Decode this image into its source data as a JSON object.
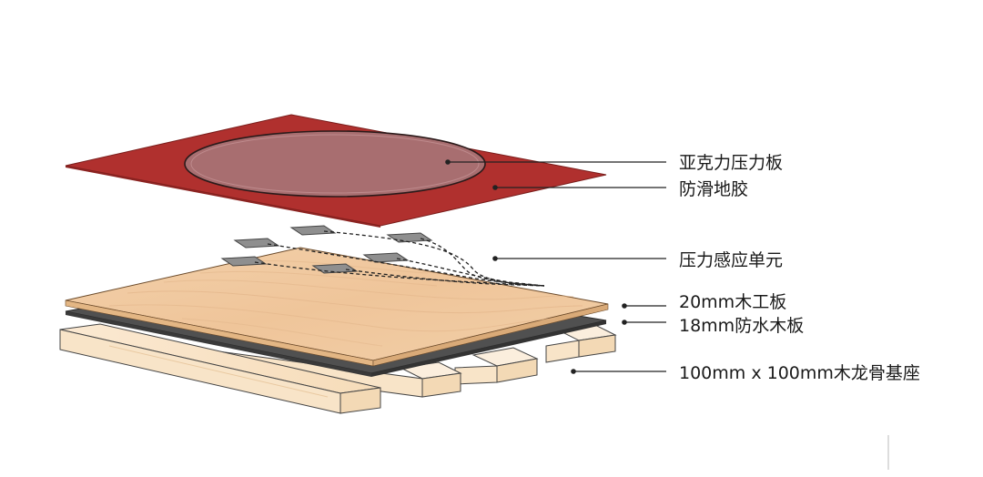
{
  "labels": {
    "acrylic_plate": "亚克力压力板",
    "anti_slip_rubber": "防滑地胶",
    "pressure_sensor": "压力感应单元",
    "blockboard": "20mm木工板",
    "waterproof_board": "18mm防水木板",
    "joist_base": "100mm x 100mm木龙骨基座"
  },
  "colors": {
    "rubber": "#b0302e",
    "acrylic": "#a86e70",
    "plywood": "#f1c9a0",
    "waterproof": "#505050",
    "joist": "#f9e2c4",
    "sensor": "#8f8f8f"
  }
}
